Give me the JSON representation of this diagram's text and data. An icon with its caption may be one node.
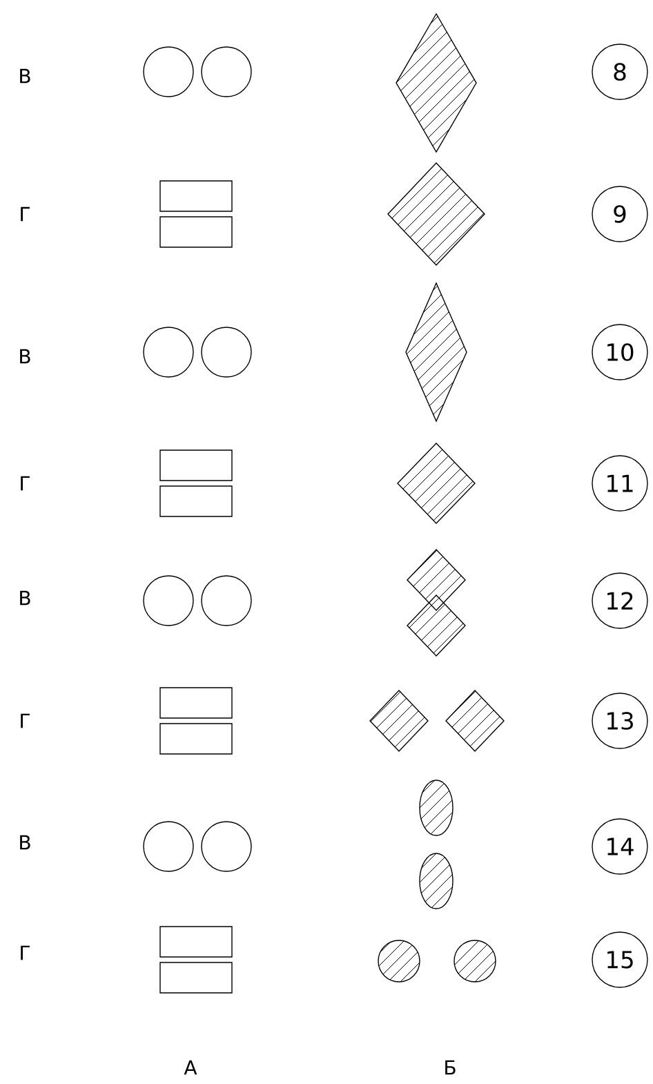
{
  "diagram": {
    "nodes": [
      {
        "text": [
          "8"
        ]
      },
      {
        "text": [
          "9"
        ]
      },
      {
        "text": [
          "10"
        ]
      },
      {
        "text": [
          "11"
        ]
      },
      {
        "text": [
          "12"
        ]
      },
      {
        "text": [
          "13"
        ]
      },
      {
        "text": [
          "14"
        ]
      },
      {
        "text": [
          "15"
        ]
      }
    ],
    "labels": [
      "В",
      "Г",
      "В",
      "Г",
      "В",
      "Г",
      "В",
      "Г",
      "А",
      "Б"
    ]
  }
}
